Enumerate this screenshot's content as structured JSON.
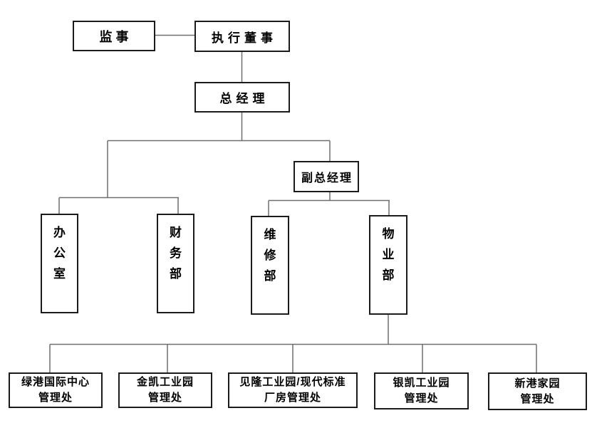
{
  "chart": {
    "type": "org-chart",
    "colors": {
      "background": "#ffffff",
      "box_border": "#1b1b1b",
      "connector": "#6e6e6e",
      "text": "#000000"
    },
    "nodes": {
      "supervisor": {
        "label": "监事"
      },
      "executive_director": {
        "label": "执行董事"
      },
      "general_manager": {
        "label": "总经理"
      },
      "deputy_general_manager": {
        "label": "副总经理"
      },
      "office": {
        "label": "办公室",
        "chars": [
          "办",
          "公",
          "室"
        ]
      },
      "finance_dept": {
        "label": "财务部",
        "chars": [
          "财",
          "务",
          "部"
        ]
      },
      "maintenance_dept": {
        "label": "维修部",
        "chars": [
          "维",
          "修",
          "部"
        ]
      },
      "property_dept": {
        "label": "物业部",
        "chars": [
          "物",
          "业",
          "部"
        ]
      },
      "lvgang_office": {
        "label": "绿港国际中心管理处",
        "line1": "绿港国际中心",
        "line2": "管理处"
      },
      "jinkai_office": {
        "label": "金凯工业园管理处",
        "line1": "金凯工业园",
        "line2": "管理处"
      },
      "jianlong_office": {
        "label": "见隆工业园/现代标准厂房管理处",
        "line1": "见隆工业园/现代标准",
        "line2": "厂房管理处"
      },
      "yinkai_office": {
        "label": "银凯工业园管理处",
        "line1": "银凯工业园",
        "line2": "管理处"
      },
      "xingang_office": {
        "label": "新港家园管理处",
        "line1": "新港家园",
        "line2": "管理处"
      }
    },
    "edges": [
      {
        "from": "supervisor",
        "to": "executive_director"
      },
      {
        "from": "executive_director",
        "to": "general_manager"
      },
      {
        "from": "general_manager",
        "to": "office"
      },
      {
        "from": "general_manager",
        "to": "finance_dept"
      },
      {
        "from": "general_manager",
        "to": "deputy_general_manager"
      },
      {
        "from": "deputy_general_manager",
        "to": "maintenance_dept"
      },
      {
        "from": "deputy_general_manager",
        "to": "property_dept"
      },
      {
        "from": "property_dept",
        "to": "lvgang_office"
      },
      {
        "from": "property_dept",
        "to": "jinkai_office"
      },
      {
        "from": "property_dept",
        "to": "jianlong_office"
      },
      {
        "from": "property_dept",
        "to": "yinkai_office"
      },
      {
        "from": "property_dept",
        "to": "xingang_office"
      }
    ]
  }
}
